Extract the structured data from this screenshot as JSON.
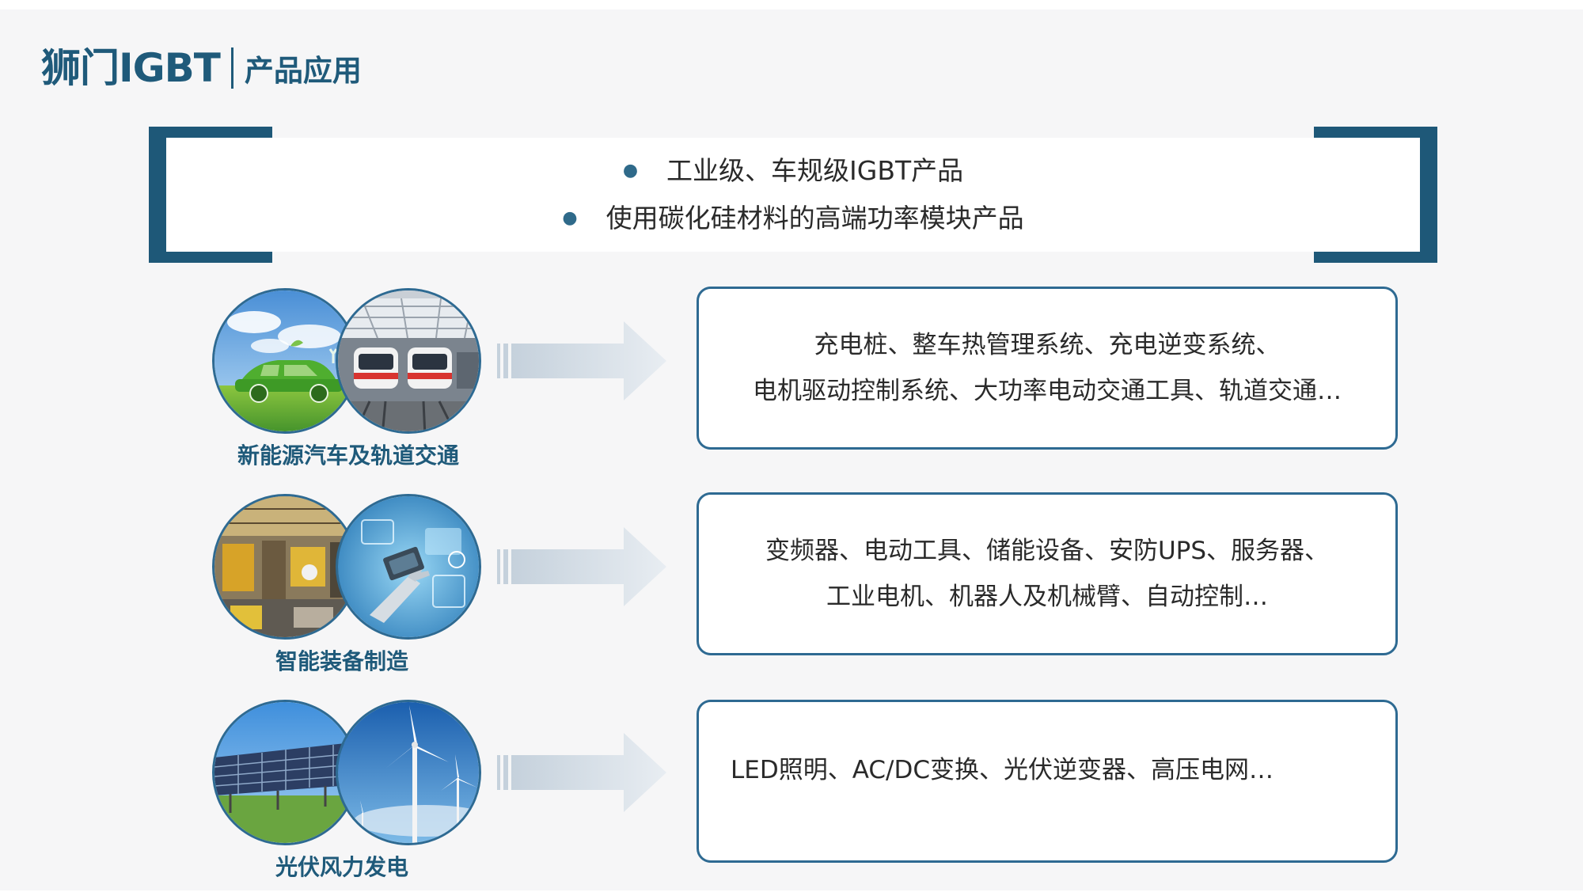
{
  "header": {
    "brand": "狮门IGBT",
    "subtitle": "产品应用"
  },
  "summary": {
    "bullets": [
      "工业级、车规级IGBT产品",
      "使用碳化硅材料的高端功率模块产品"
    ]
  },
  "categories": [
    {
      "label": "新能源汽车及轨道交通",
      "images": [
        "green-car-image",
        "metro-train-image"
      ],
      "lines": [
        "充电桩、整车热管理系统、充电逆变系统、",
        "电机驱动控制系统、大功率电动交通工具、轨道交通…"
      ]
    },
    {
      "label": "智能装备制造",
      "images": [
        "factory-line-image",
        "robot-hand-image"
      ],
      "lines": [
        "变频器、电动工具、储能设备、安防UPS、服务器、",
        "工业电机、机器人及机械臂、自动控制…"
      ]
    },
    {
      "label": "光伏风力发电",
      "images": [
        "solar-panel-image",
        "wind-turbine-image"
      ],
      "lines": [
        "LED照明、AC/DC变换、光伏逆变器、高压电网…"
      ]
    }
  ],
  "colors": {
    "accent": "#1f5a7a",
    "bracket": "#1e5878",
    "border": "#2e6a92",
    "background": "#f6f6f7"
  }
}
